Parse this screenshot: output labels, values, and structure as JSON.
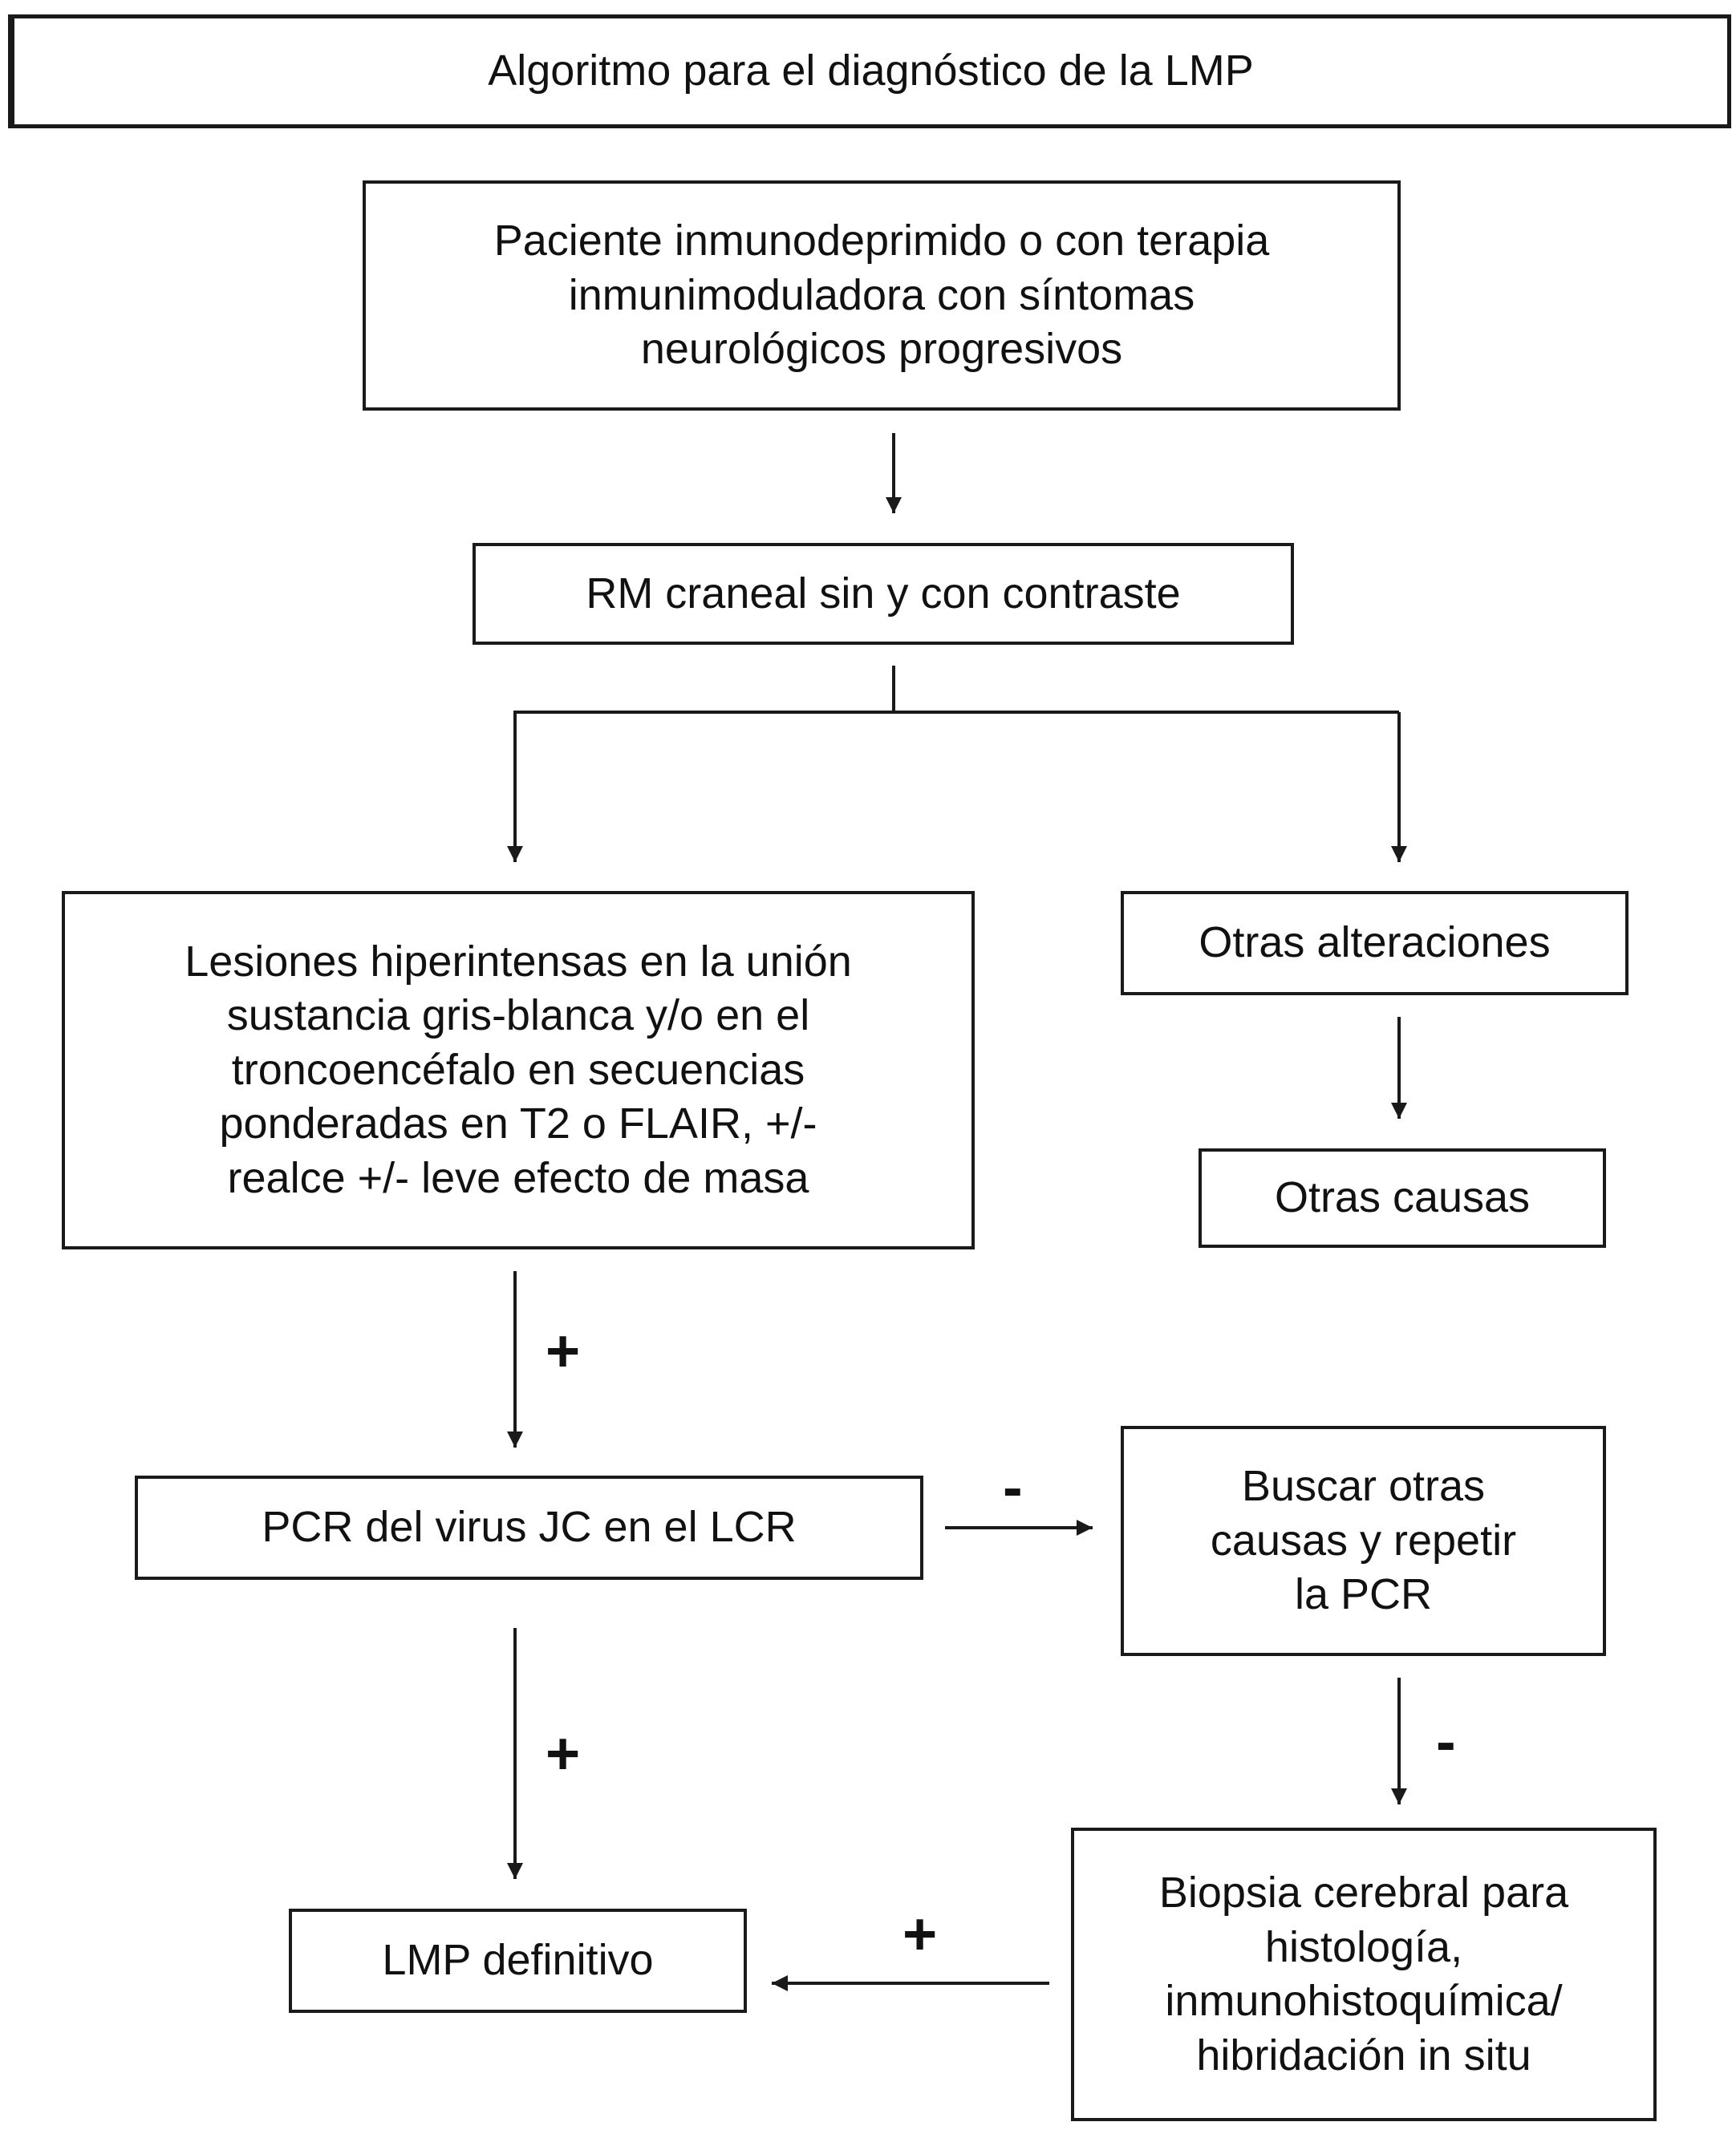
{
  "title": "Algoritmo para el diagnóstico de la LMP",
  "nodes": {
    "patient": [
      "Paciente inmunodeprimido o con terapia",
      "inmunimoduladora con síntomas",
      "neurológicos progresivos"
    ],
    "mri": [
      "RM craneal sin y con contraste"
    ],
    "lesions": [
      "Lesiones hiperintensas en la unión",
      "sustancia gris-blanca y/o en el",
      "troncoencéfalo en secuencias",
      "ponderadas en T2 o FLAIR, +/-",
      "realce +/- leve efecto de masa"
    ],
    "other_alterations": [
      "Otras alteraciones"
    ],
    "other_causes": [
      "Otras causas"
    ],
    "pcr": [
      "PCR del virus JC en el LCR"
    ],
    "search_repeat": [
      "Buscar otras",
      "causas y repetir",
      "la PCR"
    ],
    "definitive": [
      "LMP definitivo"
    ],
    "biopsy": [
      "Biopsia cerebral para",
      "histología,",
      "inmunohistoquímica/",
      "hibridación in situ"
    ]
  },
  "edge_labels": {
    "lesions_to_pcr": "+",
    "pcr_to_search": "-",
    "pcr_to_definitive": "+",
    "search_to_biopsy": "-",
    "biopsy_to_definitive": "+"
  },
  "colors": {
    "line": "#1a1a1a",
    "background": "#ffffff"
  }
}
